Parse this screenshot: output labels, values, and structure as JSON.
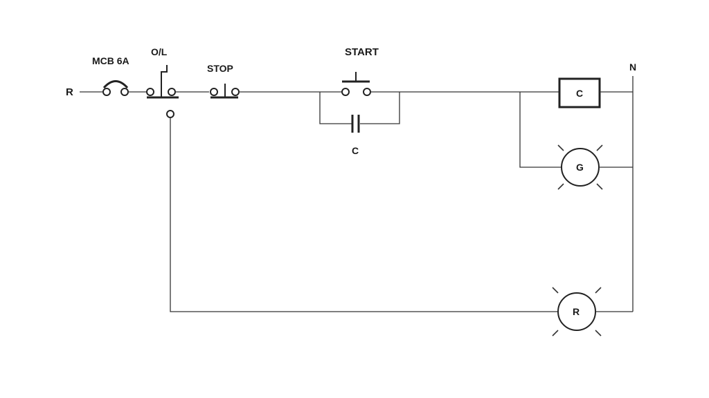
{
  "labels": {
    "supply_phase": "R",
    "supply_neutral": "N",
    "mcb": "MCB 6A",
    "overload": "O/L",
    "stop": "STOP",
    "start": "START",
    "hold_contact": "C",
    "contactor_coil": "C",
    "lamp_green": "G",
    "lamp_red": "R"
  }
}
